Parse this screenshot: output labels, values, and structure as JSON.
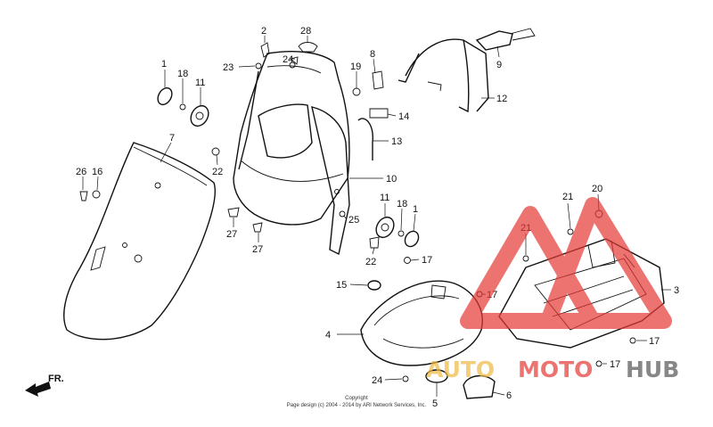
{
  "diagram": {
    "direction_label": "FR.",
    "copyright": {
      "line1": "Copyright",
      "line2": "Page design (c) 2004 - 2014 by ARI Network Services, Inc."
    },
    "watermark": {
      "part1": "AUTO",
      "part2": "MOTO",
      "part3": "HUB"
    },
    "callouts": [
      "1",
      "18",
      "11",
      "7",
      "26",
      "16",
      "22",
      "27",
      "27",
      "2",
      "28",
      "23",
      "24",
      "8",
      "19",
      "9",
      "12",
      "14",
      "13",
      "10",
      "11",
      "18",
      "1",
      "25",
      "22",
      "17",
      "15",
      "4",
      "21",
      "20",
      "21",
      "3",
      "17",
      "17",
      "17",
      "24",
      "5",
      "6"
    ]
  }
}
